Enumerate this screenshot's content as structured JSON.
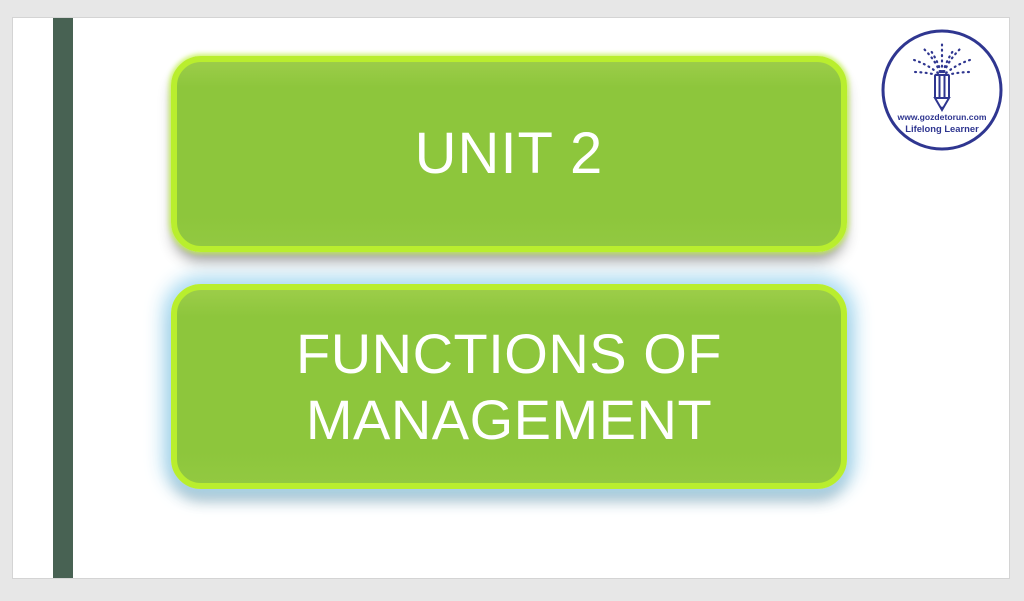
{
  "slide": {
    "title_box": {
      "label": "UNIT 2"
    },
    "subtitle_box": {
      "line1": "FUNCTIONS OF",
      "line2": "MANAGEMENT"
    }
  },
  "logo": {
    "icon": "pencil-tree-icon",
    "url_text": "www.gozdetorun.com",
    "tagline": "Lifelong Learner"
  },
  "colors": {
    "box_fill_green": "#8dc63c",
    "box_border_lime": "#b9ee2e",
    "selection_glow_blue": "#a4d8f0",
    "accent_bar_green": "#486253",
    "logo_navy": "#2f3690",
    "canvas_gray": "#e7e7e7",
    "text_white": "#ffffff"
  }
}
